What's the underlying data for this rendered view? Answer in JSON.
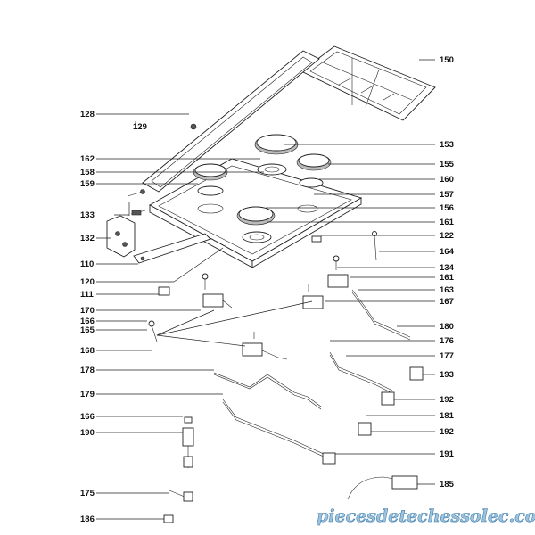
{
  "labels_left": [
    "128",
    "129",
    "162",
    "158",
    "159",
    "133",
    "132",
    "110",
    "120",
    "111",
    "170",
    "166",
    "165",
    "168",
    "178",
    "179",
    "166",
    "190",
    "175",
    "186"
  ],
  "labels_right": [
    "150",
    "153",
    "155",
    "160",
    "157",
    "156",
    "161",
    "122",
    "164",
    "134",
    "161",
    "163",
    "167",
    "180",
    "176",
    "177",
    "193",
    "192",
    "181",
    "192",
    "191",
    "185"
  ],
  "watermark": "piecesdetechessolec.com"
}
